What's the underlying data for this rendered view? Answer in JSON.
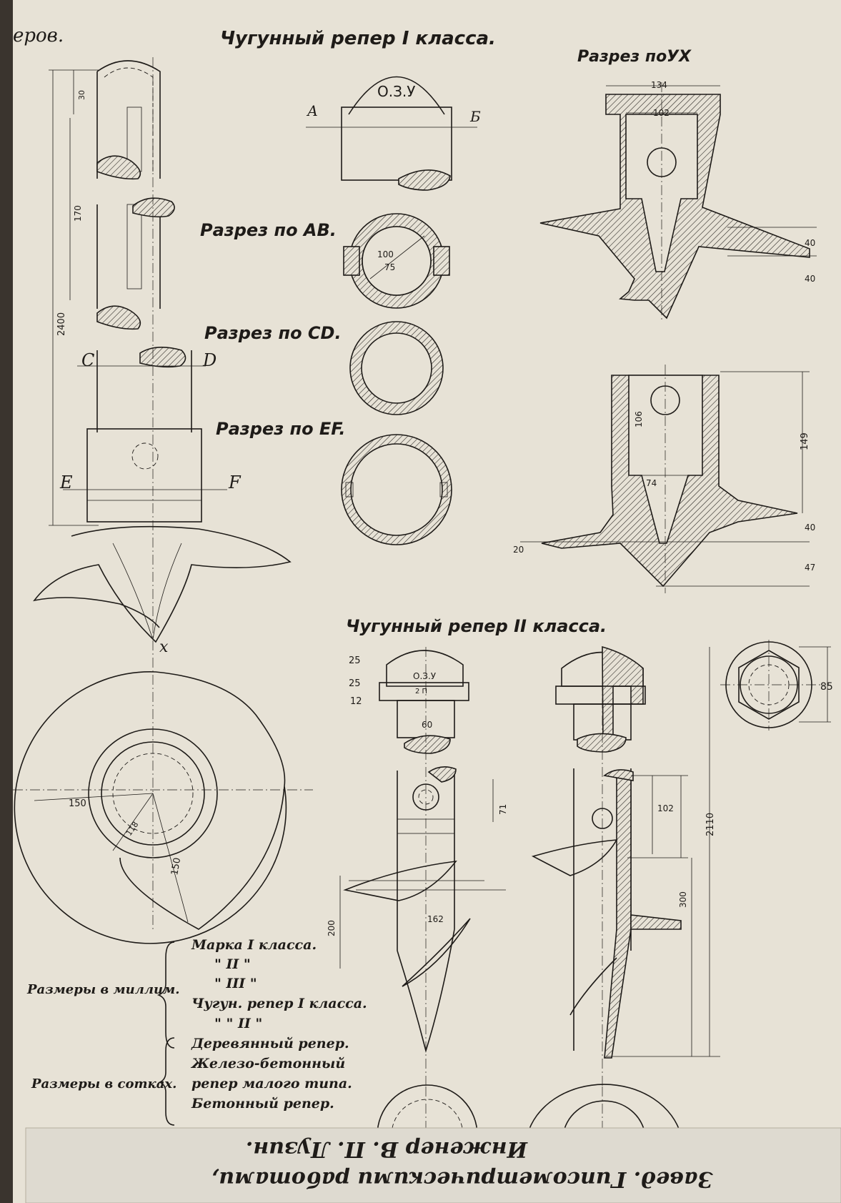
{
  "top_fragment": "еров.",
  "title1": "Чугунный репер I класса.",
  "section_ux": "Разрез по",
  "section_ux_letters": "УХ",
  "section_ab": "Разрез по АВ.",
  "section_cd": "Разрез по CD.",
  "section_ef": "Разрез по EF.",
  "letter_a": "А",
  "letter_b": "Б",
  "letter_c": "C",
  "letter_d": "D",
  "letter_e": "E",
  "letter_f": "F",
  "letter_x": "х",
  "mark_ozu": "О.З.У",
  "mark_ozu2": "О.З.У",
  "mark_2p": "2 П",
  "title2": "Чугунный репер II класса.",
  "dims": {
    "d30": "30",
    "d170": "170",
    "d2400": "2400",
    "d134": "134",
    "d102a": "102",
    "d40a": "40",
    "d40b": "40",
    "d100": "100",
    "d75": "75",
    "d106": "106",
    "d74": "74",
    "d149": "149",
    "d40c": "40",
    "d47": "47",
    "d20": "20",
    "d150a": "150",
    "d118": "118",
    "d150b": "150",
    "d25a": "25",
    "d25b": "25",
    "d12": "12",
    "d60": "60",
    "d71": "71",
    "d200": "200",
    "d162": "162",
    "d102b": "102",
    "d300": "300",
    "d2110": "2110",
    "d85": "85"
  },
  "legend": {
    "mm_label": "Размеры в миллим.",
    "mm_items": [
      "Марка I класса.",
      "\"      II     \"",
      "\"      III    \"",
      "Чугун. репер I класса.",
      "\"      \"      II     \""
    ],
    "cm_label": "Размеры в сотках.",
    "cm_items": [
      "Деревянный репер.",
      "Железо-бетонный",
      "репер малого типа.",
      "Бетонный репер."
    ]
  },
  "footer_line1": "Завед. Гипсометрическими работами,",
  "footer_line2": "Инженер В. П. Лузин."
}
